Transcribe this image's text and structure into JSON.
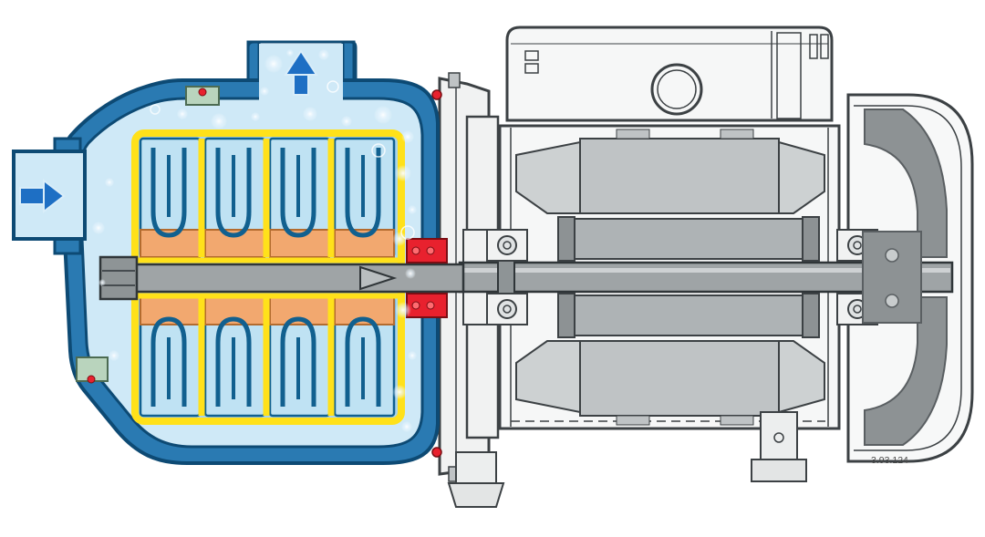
{
  "figure": {
    "reference_number": "3.93.124"
  },
  "diagram": {
    "type": "technical-cutaway",
    "subject": "Multistage centrifugal pump with electric motor, cross-section",
    "stages_visible": 4,
    "flow": {
      "inlet_direction": "right",
      "outlet_direction": "up"
    }
  },
  "icons": {
    "inlet_arrow": "arrow-right-icon",
    "outlet_arrow": "arrow-up-icon"
  },
  "colors": {
    "background": "#ffffff",
    "pump_body": "#2a7ab2",
    "pump_outline": "#0d4a74",
    "water_light": "#cfe9f7",
    "stage_blue": "#bfe2f3",
    "vane_blue": "#11608f",
    "diffuser_yellow": "#ffe11a",
    "hub_orange": "#f2a86f",
    "hub_outline": "#b36b2e",
    "seal_red": "#e8212e",
    "seal_outline": "#7a0e14",
    "clamp_green": "#b9d4bd",
    "clamp_outline": "#4c6b52",
    "shaft_gray": "#9fa4a6",
    "steel_outline": "#2f3538",
    "metal_light": "#f1f2f2",
    "metal_mid": "#bfc3c5",
    "metal_dark": "#8d9294",
    "line_dark": "#3c4144",
    "arrow_blue": "#1e6fc4",
    "arrow_edge": "#d9edf9",
    "figure_text": "#4a4a4a"
  }
}
